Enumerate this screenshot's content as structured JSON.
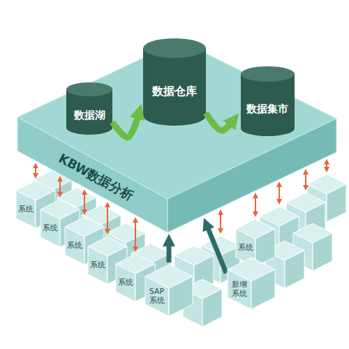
{
  "diagram": {
    "nodes": [
      {
        "text": [
          "KBW数据分析"
        ]
      },
      {
        "text": [
          "数据湖"
        ],
        "in": 0
      },
      {
        "text": [
          "数据仓库"
        ],
        "in": 0
      },
      {
        "text": [
          "数据集市"
        ],
        "in": 0
      },
      {
        "text": [
          "系统"
        ]
      },
      {
        "text": [
          "系统"
        ]
      },
      {
        "text": [
          "系统"
        ]
      },
      {
        "text": [
          "系统"
        ]
      },
      {
        "text": [
          "系统"
        ]
      },
      {
        "text": [
          "SAP 系统"
        ]
      },
      {
        "text": [
          "系统"
        ]
      },
      {
        "text": [
          "新增 系统"
        ]
      }
    ],
    "edges": [
      {
        "from": 1,
        "to": 2,
        "arrow": "to"
      },
      {
        "from": 2,
        "to": 3,
        "arrow": "to"
      },
      {
        "from": 4,
        "to": 0,
        "arrow": "both"
      },
      {
        "from": 5,
        "to": 0,
        "arrow": "both"
      },
      {
        "from": 6,
        "to": 0,
        "arrow": "both"
      },
      {
        "from": 7,
        "to": 0,
        "arrow": "both"
      },
      {
        "from": 8,
        "to": 0,
        "arrow": "both"
      },
      {
        "from": 10,
        "to": 0,
        "arrow": "both"
      },
      {
        "from": 9,
        "to": 0,
        "arrow": "to"
      },
      {
        "from": 11,
        "to": 0,
        "arrow": "to"
      }
    ]
  }
}
